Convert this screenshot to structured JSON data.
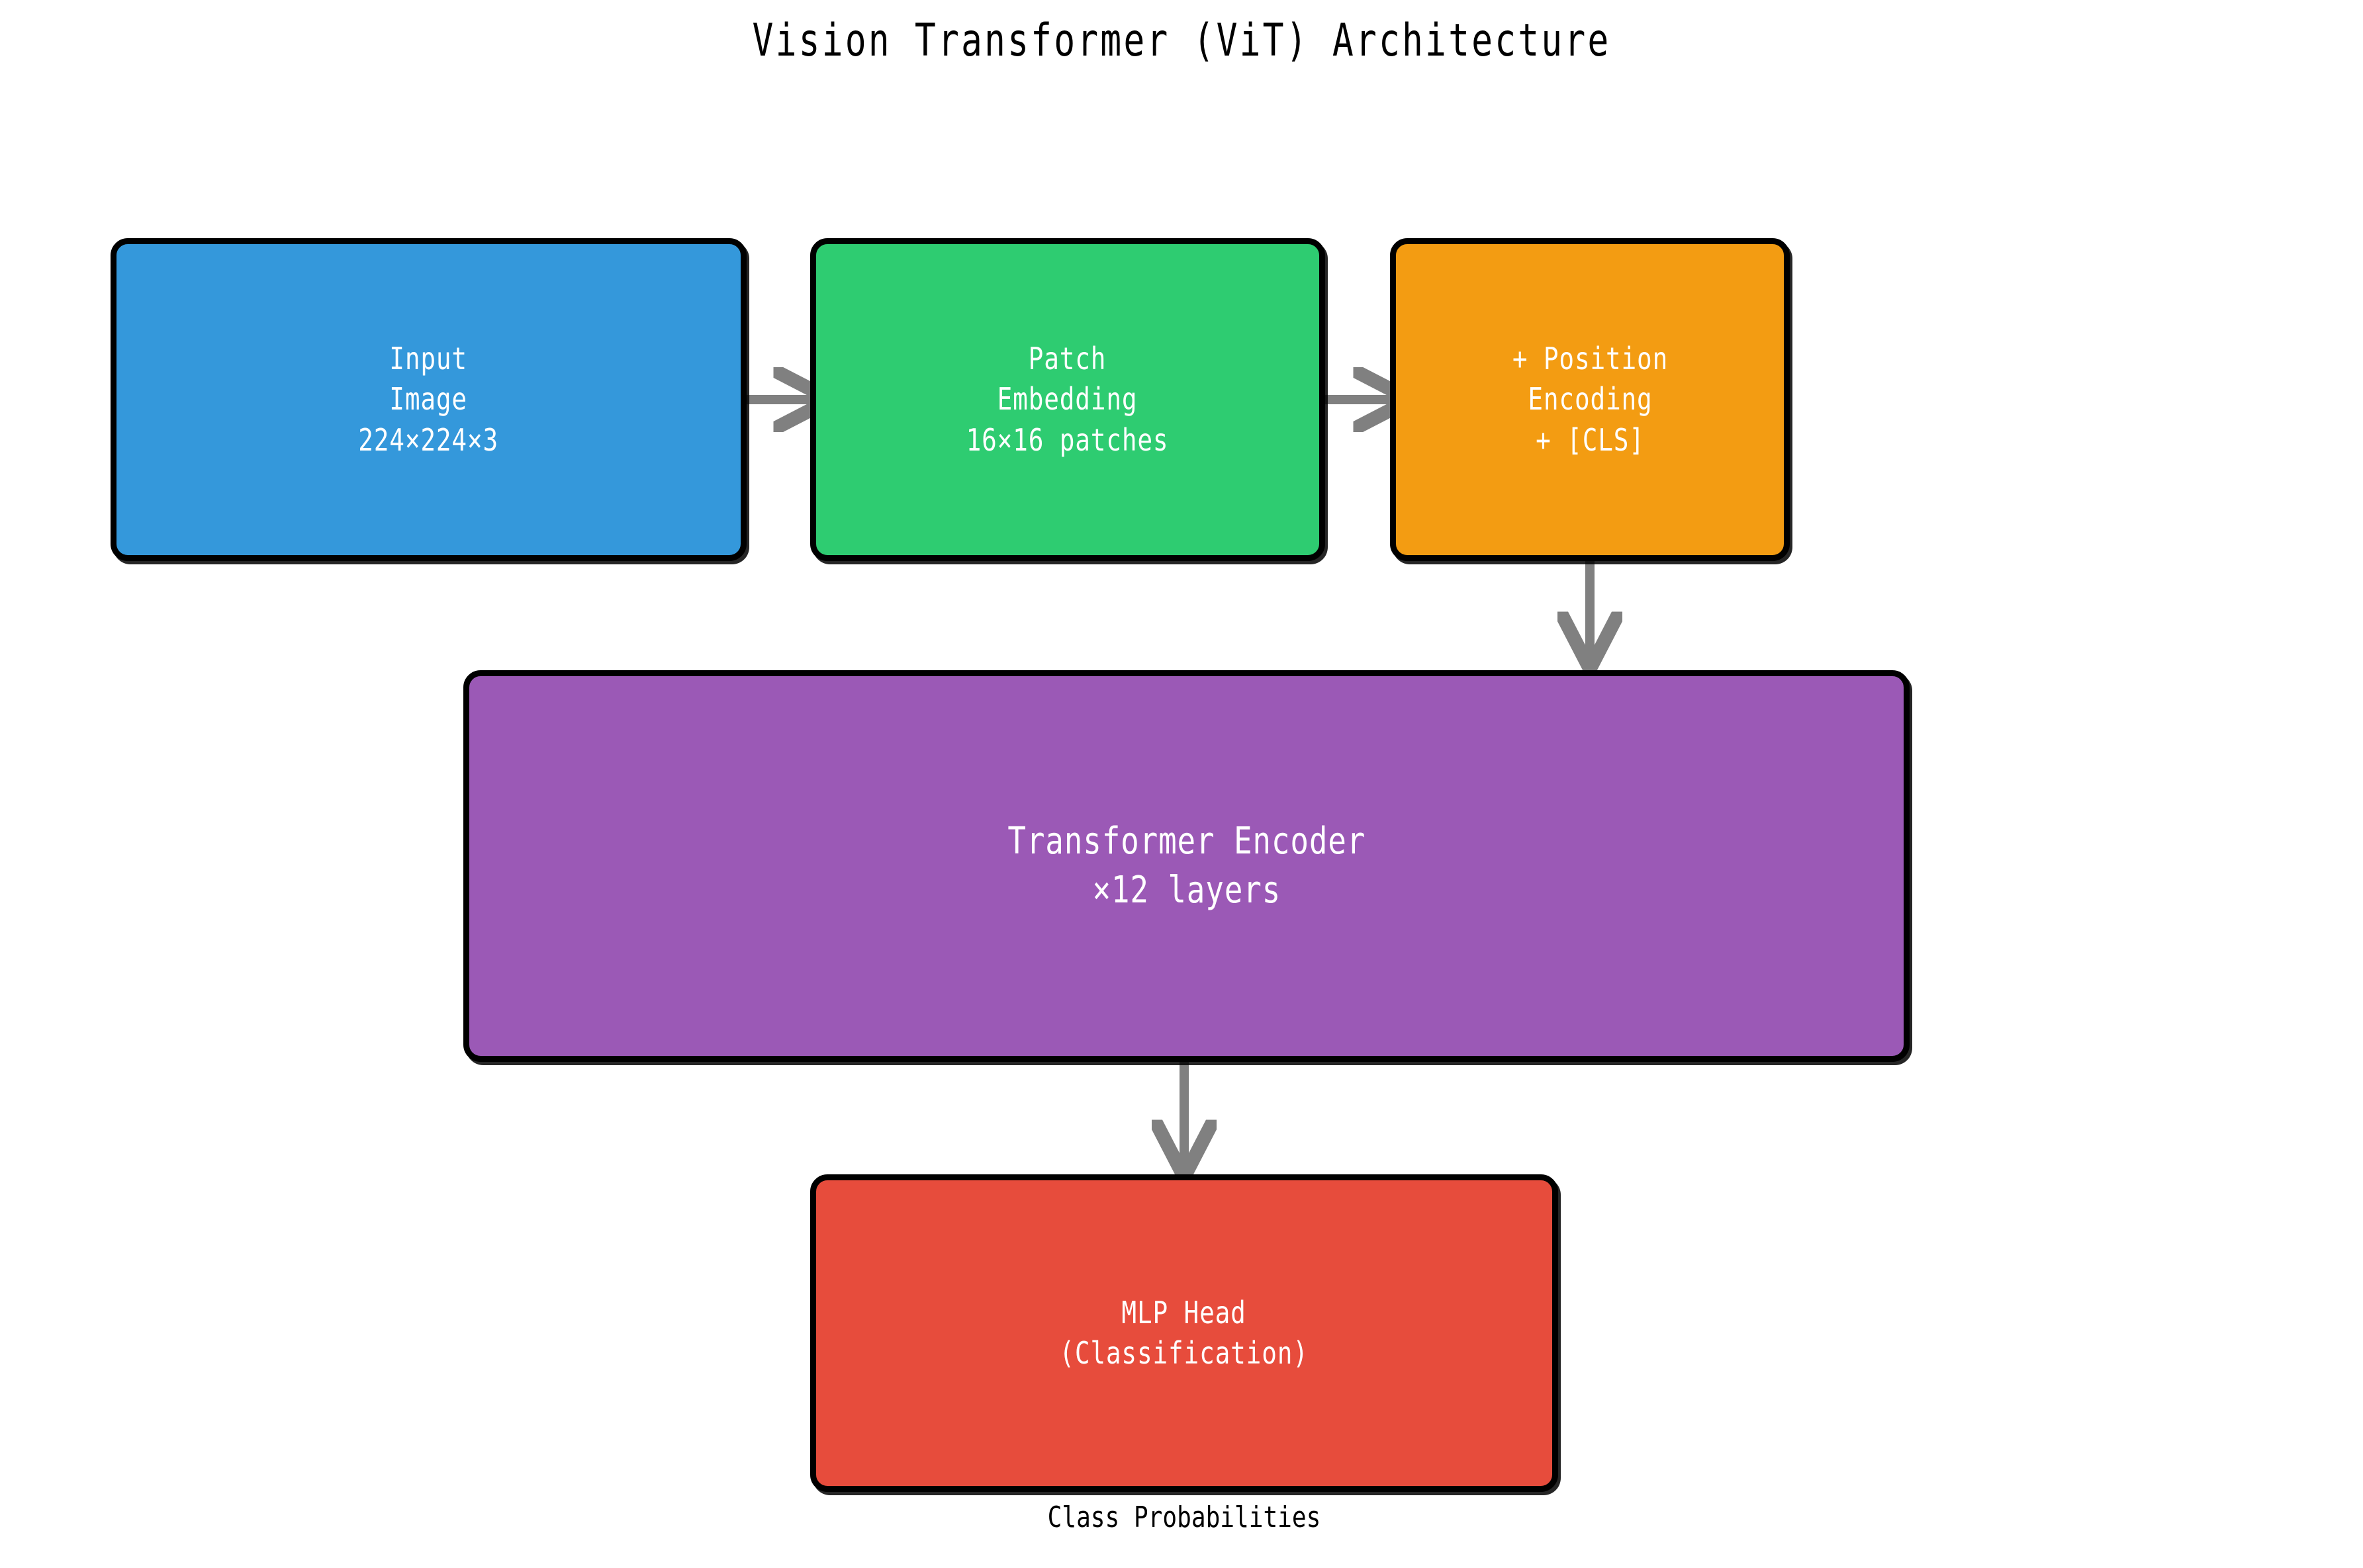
{
  "diagram": {
    "title": "Vision Transformer (ViT) Architecture",
    "background_color": "#ffffff",
    "edge_color": "#808080",
    "border_color": "#000000",
    "nodes": [
      {
        "id": "input-image",
        "label": "Input\nImage\n224×224×3",
        "color": "#3498db",
        "text_color": "#ffffff"
      },
      {
        "id": "patch-embedding",
        "label": "Patch\nEmbedding\n16×16 patches",
        "color": "#2ecc71",
        "text_color": "#ffffff"
      },
      {
        "id": "position-encoding",
        "label": "+ Position\nEncoding\n+ [CLS]",
        "color": "#f39c12",
        "text_color": "#ffffff"
      },
      {
        "id": "transformer-encoder",
        "label": "Transformer Encoder\n×12 layers",
        "color": "#9b59b6",
        "text_color": "#ffffff"
      },
      {
        "id": "mlp-head",
        "label": "MLP Head\n(Classification)",
        "color": "#e74c3c",
        "text_color": "#ffffff"
      }
    ],
    "captions": [
      {
        "id": "class-probabilities",
        "text": "Class Probabilities",
        "color": "#000000"
      }
    ],
    "edges": [
      {
        "from": "input-image",
        "to": "patch-embedding",
        "direction": "right"
      },
      {
        "from": "patch-embedding",
        "to": "position-encoding",
        "direction": "right"
      },
      {
        "from": "position-encoding",
        "to": "transformer-encoder",
        "direction": "down"
      },
      {
        "from": "transformer-encoder",
        "to": "mlp-head",
        "direction": "down"
      }
    ]
  }
}
